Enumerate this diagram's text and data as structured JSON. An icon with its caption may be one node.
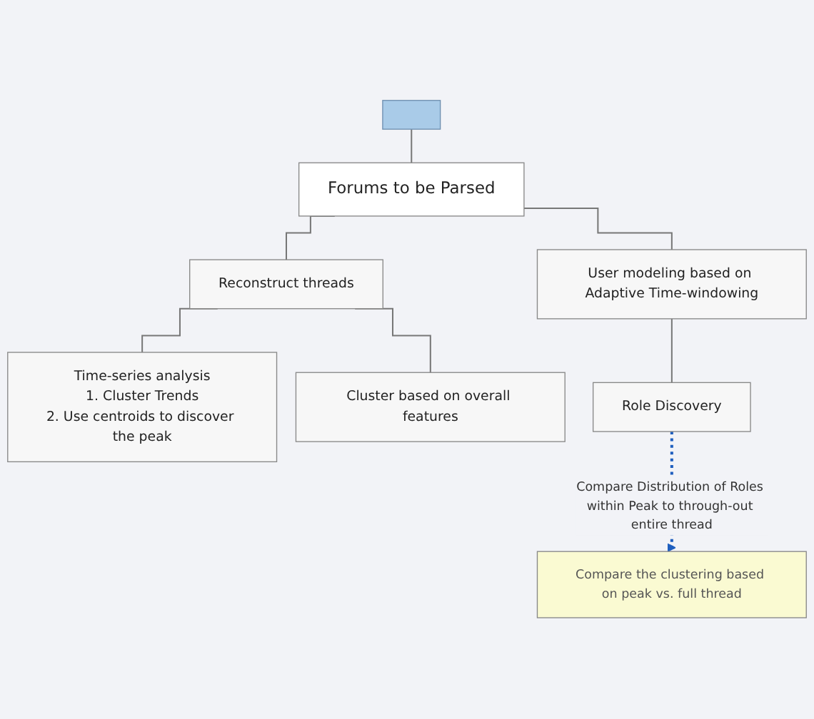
{
  "diagram": {
    "nodes": [
      {
        "text": [],
        "shape": "box"
      },
      {
        "text": [
          "Forums to be Parsed"
        ]
      },
      {
        "text": [
          "Reconstruct threads"
        ]
      },
      {
        "text": [
          "User modeling based on Adaptive Time-windowing"
        ]
      },
      {
        "text": [
          "Time-series analysis",
          "1. Cluster Trends",
          "2. Use centroids to discover the peak"
        ]
      },
      {
        "text": [
          "Cluster based on overall features"
        ]
      },
      {
        "text": [
          "Role Discovery"
        ]
      },
      {
        "text": [
          "Compare the clustering based on peak vs. full thread"
        ]
      }
    ],
    "edges": [
      {
        "from": 0,
        "to": 1,
        "arrow": "none"
      },
      {
        "from": 1,
        "to": 2,
        "arrow": "none"
      },
      {
        "from": 1,
        "to": 3,
        "arrow": "none"
      },
      {
        "from": 2,
        "to": 4,
        "arrow": "none"
      },
      {
        "from": 2,
        "to": 5,
        "arrow": "none"
      },
      {
        "from": 3,
        "to": 6,
        "arrow": "none"
      },
      {
        "from": 6,
        "to": 7,
        "arrow": "to",
        "label": "Compare Distribution of Roles within Peak to through-out entire thread",
        "style": "dashed",
        "color": "#1f5fbf"
      }
    ]
  }
}
